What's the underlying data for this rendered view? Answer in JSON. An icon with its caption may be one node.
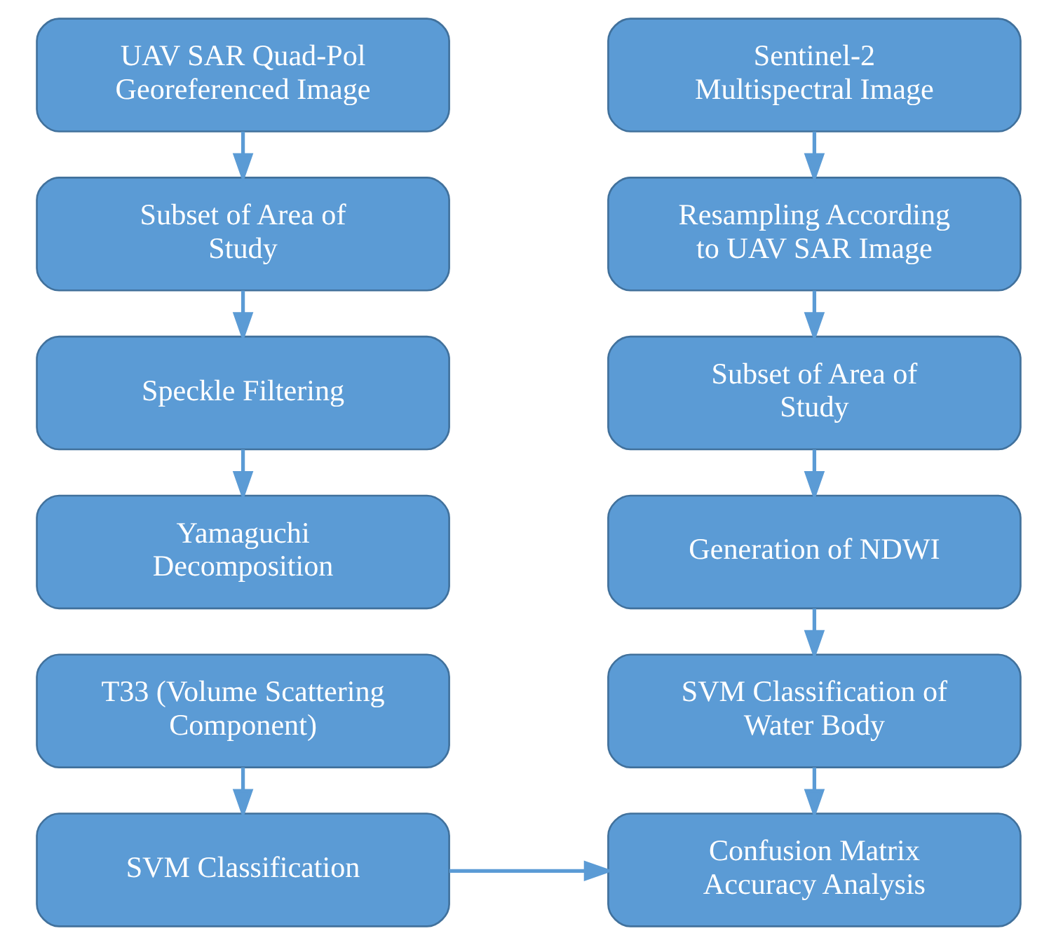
{
  "diagram": {
    "nodes": [
      {
        "text": [
          "UAV SAR Quad-Pol Georeferenced Image"
        ]
      },
      {
        "text": [
          "Subset of Area of Study"
        ]
      },
      {
        "text": [
          "Speckle Filtering"
        ]
      },
      {
        "text": [
          "Yamaguchi Decomposition"
        ]
      },
      {
        "text": [
          "T33 (Volume Scattering Component)"
        ]
      },
      {
        "text": [
          "SVM Classification"
        ]
      },
      {
        "text": [
          "Sentinel-2 Multispectral Image"
        ]
      },
      {
        "text": [
          "Resampling According to UAV SAR Image"
        ]
      },
      {
        "text": [
          "Subset of Area of Study"
        ]
      },
      {
        "text": [
          "Generation of NDWI"
        ]
      },
      {
        "text": [
          "SVM Classification of Water Body"
        ]
      },
      {
        "text": [
          "Confusion Matrix Accuracy Analysis"
        ]
      }
    ],
    "edges": [
      {
        "from": 0,
        "to": 1,
        "arrow": "to"
      },
      {
        "from": 1,
        "to": 2,
        "arrow": "to"
      },
      {
        "from": 2,
        "to": 3,
        "arrow": "to"
      },
      {
        "from": 4,
        "to": 5,
        "arrow": "to"
      },
      {
        "from": 5,
        "to": 11,
        "arrow": "to"
      },
      {
        "from": 6,
        "to": 7,
        "arrow": "to"
      },
      {
        "from": 7,
        "to": 8,
        "arrow": "to"
      },
      {
        "from": 8,
        "to": 9,
        "arrow": "to"
      },
      {
        "from": 9,
        "to": 10,
        "arrow": "to"
      },
      {
        "from": 10,
        "to": 11,
        "arrow": "to"
      }
    ]
  }
}
